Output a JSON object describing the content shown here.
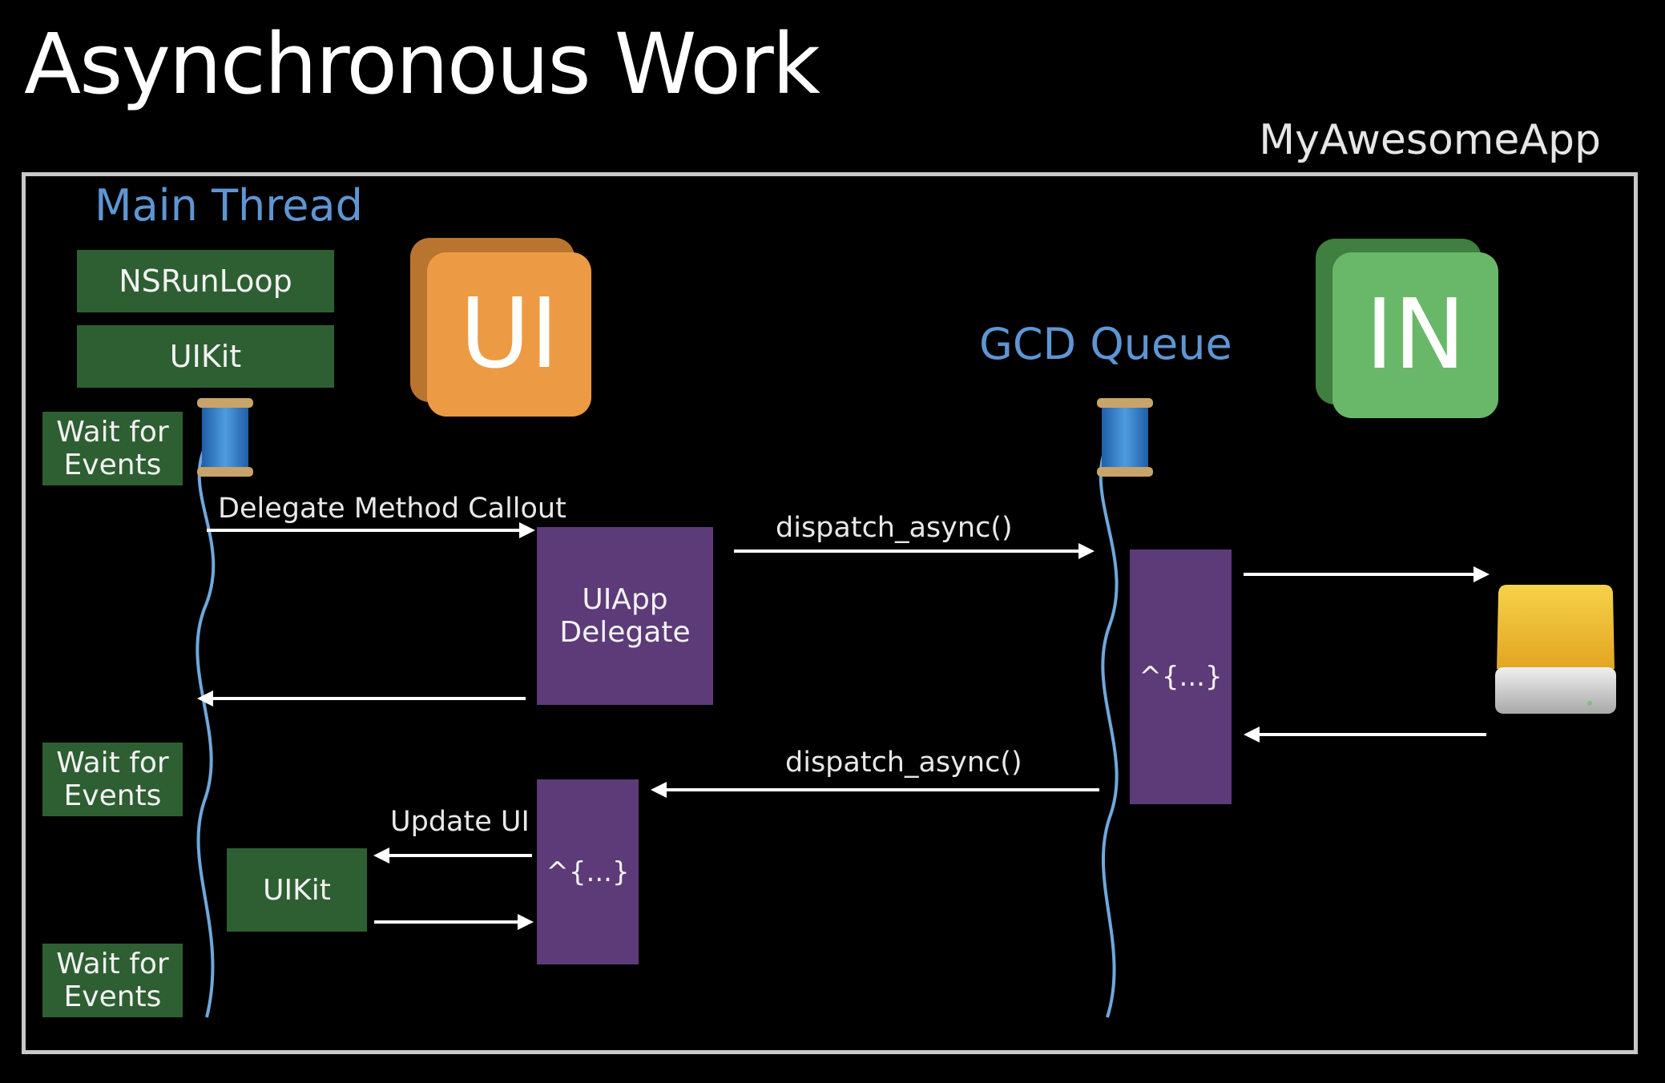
{
  "title": "Asynchronous Work",
  "app_name": "MyAwesomeApp",
  "threads": {
    "main": "Main Thread",
    "gcd": "GCD Queue"
  },
  "main_stack": {
    "run_loop": "NSRunLoop",
    "uikit": "UIKit"
  },
  "wait_for_events": "Wait for\nEvents",
  "icons": {
    "ui": "UI",
    "intents": "IN"
  },
  "boxes": {
    "app_delegate": "UIApp\nDelegate",
    "bg_block": "^{...}",
    "main_block": "^{...}",
    "uikit_update": "UIKit"
  },
  "arrows": {
    "delegate_callout": "Delegate Method Callout",
    "dispatch_to_gcd": "dispatch_async()",
    "dispatch_to_main": "dispatch_async()",
    "update_ui": "Update UI"
  },
  "colors": {
    "green": "#2e5f32",
    "purple": "#5c3b78",
    "thread_blue": "#5e96d3",
    "ui_orange": "#ec9b44",
    "in_green": "#69b869"
  }
}
